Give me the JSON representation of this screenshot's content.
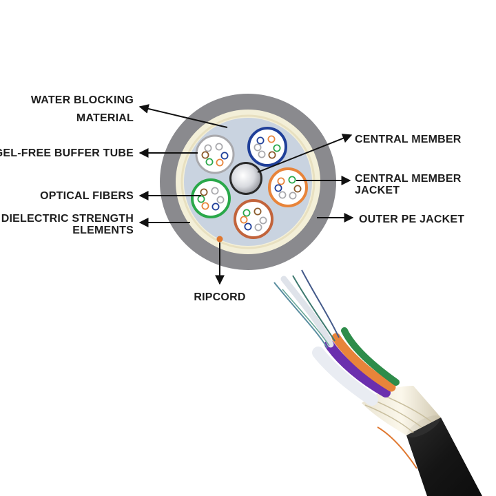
{
  "labels": {
    "water_blocking_1": "WATER BLOCKING",
    "water_blocking_2": "MATERIAL",
    "buffer_tube": "GEL-FREE BUFFER TUBE",
    "optical_fibers": "OPTICAL FIBERS",
    "strength_1": "DIELECTRIC STRENGTH",
    "strength_2": "ELEMENTS",
    "ripcord": "RIPCORD",
    "central_member": "CENTRAL MEMBER",
    "cm_jacket_1": "CENTRAL MEMBER",
    "cm_jacket_2": "JACKET",
    "outer_jacket": "OUTER PE JACKET"
  },
  "colors": {
    "outer_jacket": "#8a8a8e",
    "water_blocking": "#f3efd8",
    "core_fill": "#c9d3e0",
    "tube_blue": "#1f3f99",
    "tube_orange": "#e8843a",
    "tube_brown": "#c2643c",
    "tube_green": "#2aa84a",
    "tube_white": "#a9a9ad",
    "ripcord": "#e07830",
    "cable_black": "#1c1c1c"
  }
}
